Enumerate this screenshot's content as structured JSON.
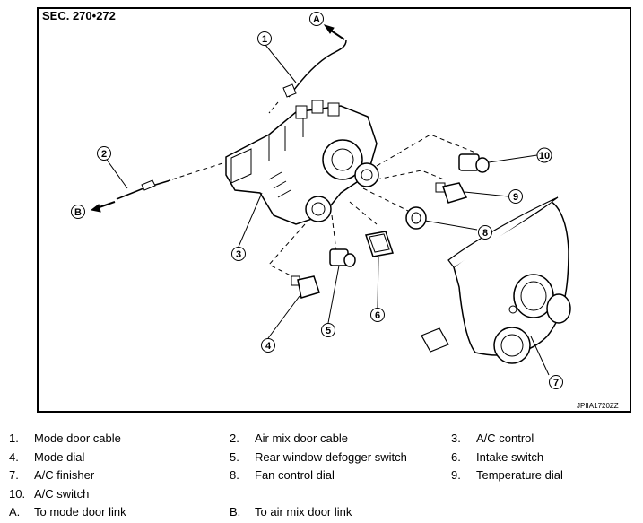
{
  "header": {
    "section": "SEC. 270•272"
  },
  "figure_id": "JPIIA1720ZZ",
  "callouts": [
    "1",
    "2",
    "3",
    "4",
    "5",
    "6",
    "7",
    "8",
    "9",
    "10"
  ],
  "arrows": {
    "a": "A",
    "b": "B"
  },
  "legend": [
    {
      "num": "1.",
      "label": "Mode door cable"
    },
    {
      "num": "2.",
      "label": "Air mix door cable"
    },
    {
      "num": "3.",
      "label": "A/C control"
    },
    {
      "num": "4.",
      "label": "Mode dial"
    },
    {
      "num": "5.",
      "label": "Rear window defogger switch"
    },
    {
      "num": "6.",
      "label": "Intake switch"
    },
    {
      "num": "7.",
      "label": "A/C finisher"
    },
    {
      "num": "8.",
      "label": "Fan control dial"
    },
    {
      "num": "9.",
      "label": "Temperature dial"
    },
    {
      "num": "10.",
      "label": "A/C switch"
    },
    {
      "num": "A.",
      "label": "To mode door link"
    },
    {
      "num": "B.",
      "label": "To air mix door link"
    }
  ]
}
